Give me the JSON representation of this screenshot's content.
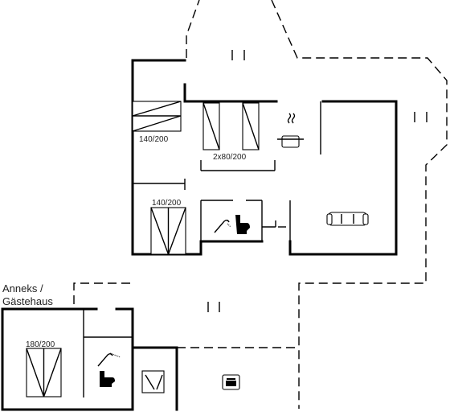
{
  "labels": {
    "bed_top_left": "140/200",
    "bunk_beds": "2x80/200",
    "bed_middle_left": "140/200",
    "annex_title_line1": "Anneks /",
    "annex_title_line2": "Gästehaus",
    "annex_bed": "180/200"
  },
  "icons": [
    "stove-icon",
    "sofa-icon",
    "shower-icon",
    "toilet-icon",
    "washing-machine-icon",
    "car-icon"
  ]
}
